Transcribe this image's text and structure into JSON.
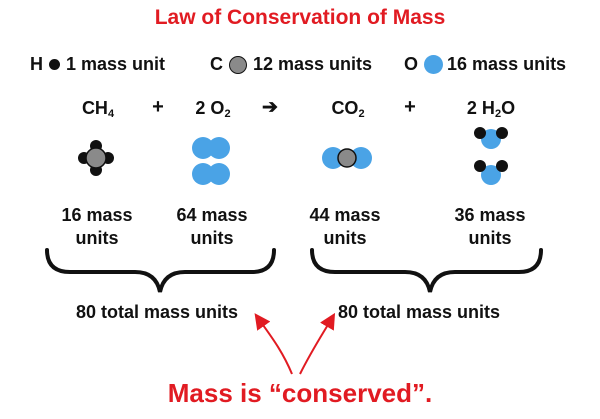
{
  "title": "Law of Conservation of Mass",
  "legend": {
    "hydrogen": {
      "symbol": "H",
      "label": "1 mass unit",
      "color": "#111111"
    },
    "carbon": {
      "symbol": "C",
      "label": "12 mass units",
      "color": "#8a8a8a"
    },
    "oxygen": {
      "symbol": "O",
      "label": "16 mass units",
      "color": "#4aa3e6"
    }
  },
  "equation": {
    "reactant_1": {
      "formula_main": "CH",
      "formula_sub": "4",
      "mass_line1": "16 mass",
      "mass_line2": "units"
    },
    "plus_1": "+",
    "reactant_2": {
      "formula_main": "2 O",
      "formula_sub": "2",
      "mass_line1": "64 mass",
      "mass_line2": "units"
    },
    "arrow": "➔",
    "product_1": {
      "formula_main": "CO",
      "formula_sub": "2",
      "mass_line1": "44 mass",
      "mass_line2": "units"
    },
    "plus_2": "+",
    "product_2": {
      "formula_pre": "2 H",
      "formula_sub": "2",
      "formula_post": "O",
      "mass_line1": "36 mass",
      "mass_line2": "units"
    }
  },
  "totals": {
    "reactants": "80 total mass units",
    "products": "80 total mass units"
  },
  "conclusion": "Mass is “conserved”.",
  "colors": {
    "accent": "#e11b22"
  }
}
